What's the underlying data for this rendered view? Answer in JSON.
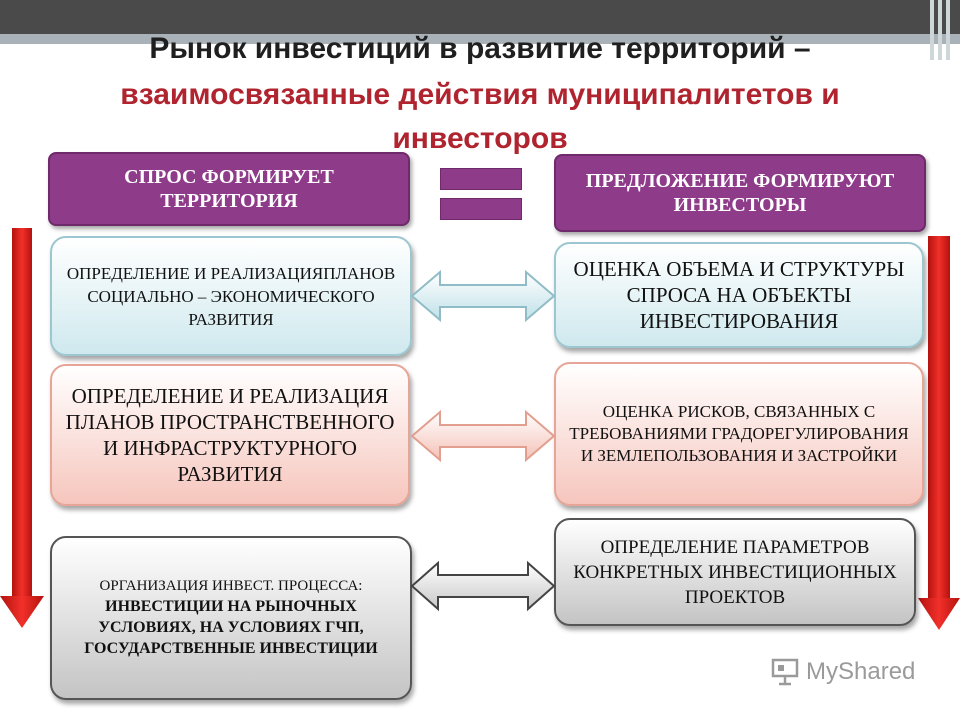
{
  "title": {
    "line1": "Рынок инвестиций в  развитие территорий –",
    "line2": "взаимосвязанные действия муниципалитетов и",
    "line3": "инвесторов"
  },
  "left_header": "СПРОС ФОРМИРУЕТ ТЕРРИТОРИЯ",
  "right_header": "ПРЕДЛОЖЕНИЕ ФОРМИРУЮТ ИНВЕСТОРЫ",
  "left_boxes": [
    "ОПРЕДЕЛЕНИЕ И РЕАЛИЗАЦИЯПЛАНОВ СОЦИАЛЬНО – ЭКОНОМИЧЕСКОГО РАЗВИТИЯ",
    "ОПРЕДЕЛЕНИЕ И РЕАЛИЗАЦИЯ ПЛАНОВ ПРОСТРАНСТВЕННОГО И ИНФРАСТРУКТУРНОГО РАЗВИТИЯ"
  ],
  "left_box3": {
    "intro": "ОРГАНИЗАЦИЯ ИНВЕСТ. ПРОЦЕССА:",
    "bold": "ИНВЕСТИЦИИ НА РЫНОЧНЫХ УСЛОВИЯХ, НА УСЛОВИЯХ ГЧП, ГОСУДАРСТВЕННЫЕ ИНВЕСТИЦИИ"
  },
  "right_boxes": [
    "ОЦЕНКА ОБЪЕМА И СТРУКТУРЫ СПРОСА НА ОБЪЕКТЫ ИНВЕСТИРОВАНИЯ",
    "ОЦЕНКА РИСКОВ, СВЯЗАННЫХ С ТРЕБОВАНИЯМИ ГРАДОРЕГУЛИРОВАНИЯ И ЗЕМЛЕПОЛЬЗОВАНИЯ И ЗАСТРОЙКИ",
    "ОПРЕДЕЛЕНИЕ ПАРАМЕТРОВ КОНКРЕТНЫХ ИНВЕСТИЦИОННЫХ ПРОЕКТОВ"
  ],
  "watermark": "MyShared",
  "colors": {
    "header_purple": "#8e3b8a",
    "title_red": "#b0242f",
    "side_arrow_red": "#e8211c",
    "blue_box": "#cfe9ee",
    "red_box": "#f6c6bd",
    "gray_box": "#c4c4c4"
  },
  "icons": {
    "side_arrows": "red-down-arrow-icon",
    "connectors": "double-headed-arrow-icon",
    "equals": "equals-sign-icon",
    "watermark": "presentation-board-icon"
  }
}
